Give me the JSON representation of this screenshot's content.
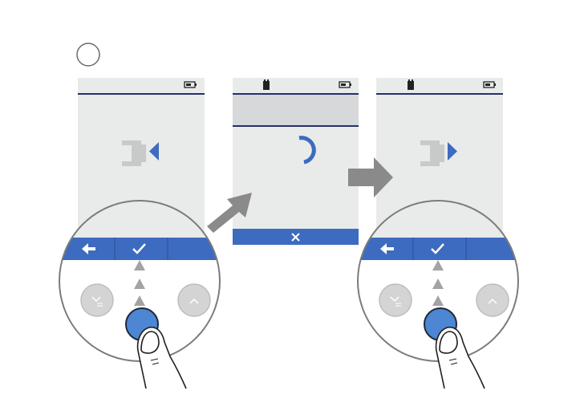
{
  "step": {
    "number": ""
  },
  "screens": [
    {
      "id": "screen-1",
      "icons": [
        "battery-icon",
        "connector-icon",
        "arrow-left-icon"
      ],
      "statusbar": {
        "battery": true,
        "device": false
      }
    },
    {
      "id": "screen-2",
      "icons": [
        "device-icon",
        "battery-icon",
        "spinner-icon",
        "cancel-icon"
      ],
      "statusbar": {
        "battery": true,
        "device": true
      }
    },
    {
      "id": "screen-3",
      "icons": [
        "device-icon",
        "battery-icon",
        "connector-icon",
        "arrow-right-icon"
      ],
      "statusbar": {
        "battery": true,
        "device": true
      }
    }
  ],
  "magnifiers": [
    {
      "id": "magnifier-1",
      "buttons": [
        "back-arrow-icon",
        "check-icon"
      ]
    },
    {
      "id": "magnifier-2",
      "buttons": [
        "back-arrow-icon",
        "check-icon"
      ]
    }
  ],
  "transitions": [
    "arrow-right-icon",
    "arrow-right-icon"
  ],
  "colors": {
    "accent_blue": "#3d6bbf",
    "screen_bg": "#e9ebeb",
    "divider_navy": "#23306e",
    "panel_gray": "#d6d8d9",
    "connector_gray": "#c8caca",
    "arrow_gray": "#8a8a8a",
    "button_blue": "#4d86d2",
    "circle_outline": "#7b7b7b"
  }
}
